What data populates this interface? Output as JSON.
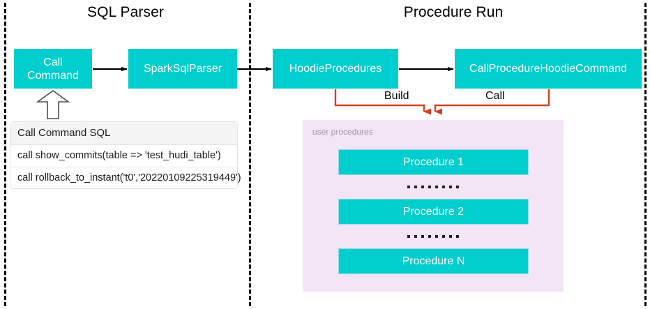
{
  "diagram": {
    "title_left": "SQL Parser",
    "title_right": "Procedure Run",
    "colors": {
      "box_fill": "#00CDCD",
      "box_text": "#FFFFFF",
      "panel_fill": "#F3E5F5",
      "panel_label": "#9B9B9B",
      "connector_black": "#000000",
      "connector_orange": "#D2401E",
      "divider": "#000000",
      "table_header_fill": "#F4F4F4",
      "table_border": "#E3E3E3"
    },
    "nodes": {
      "call_command": "Call\nCommand",
      "spark_sql_parser": "SparkSqlParser",
      "hoodie_procedures": "HoodieProcedures",
      "call_procedure_hoodie_command": "CallProcedureHoodieCommand"
    },
    "edges": {
      "build_label": "Build",
      "call_label": "Call"
    },
    "sql_table": {
      "header": "Call Command SQL",
      "rows": [
        "call show_commits(table => 'test_hudi_table')",
        "call rollback_to_instant('t0','20220109225319449')"
      ]
    },
    "user_procedures": {
      "label": "user procedures",
      "items": [
        "Procedure 1",
        "Procedure 2",
        "Procedure N"
      ],
      "ellipsis_dot_count": 8
    }
  }
}
